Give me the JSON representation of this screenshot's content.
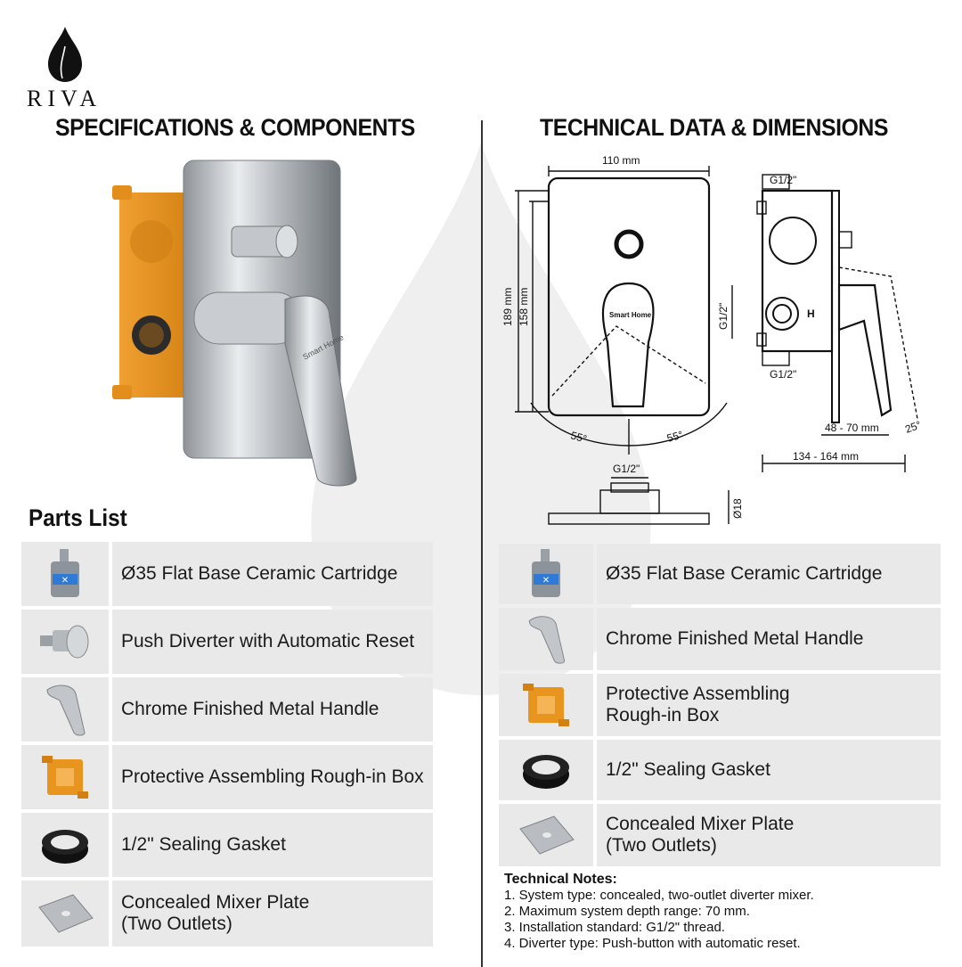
{
  "brand": {
    "name": "RIVA"
  },
  "left_title": "SPECIFICATIONS & COMPONENTS",
  "right_title": "TECHNICAL DATA & DIMENSIONS",
  "product_engraving": "Smart Home",
  "parts_title": "Parts List",
  "left_parts": [
    {
      "icon": "cartridge-icon",
      "label": "Ø35 Flat Base Ceramic Cartridge"
    },
    {
      "icon": "diverter-icon",
      "label": "Push Diverter with Automatic Reset"
    },
    {
      "icon": "handle-icon",
      "label": "Chrome Finished Metal Handle"
    },
    {
      "icon": "rough-in-box-icon",
      "label": "Protective Assembling Rough-in Box"
    },
    {
      "icon": "gasket-icon",
      "label": "1/2\" Sealing Gasket"
    },
    {
      "icon": "plate-icon",
      "label": "Concealed Mixer Plate",
      "label2": "(Two Outlets)"
    }
  ],
  "right_parts": [
    {
      "icon": "cartridge-icon",
      "label": "Ø35 Flat Base Ceramic Cartridge"
    },
    {
      "icon": "handle-icon",
      "label": "Chrome Finished Metal Handle"
    },
    {
      "icon": "rough-in-box-icon",
      "label": "Protective Assembling",
      "label2": "Rough-in Box"
    },
    {
      "icon": "gasket-icon",
      "label": "1/2\" Sealing Gasket"
    },
    {
      "icon": "plate-icon",
      "label": "Concealed Mixer Plate",
      "label2": "(Two Outlets)"
    }
  ],
  "dimensions": {
    "width": "110 mm",
    "height_outer": "189 mm",
    "height_inner": "158 mm",
    "thread_top": "G1/2\"",
    "thread_side": "G1/2\"",
    "thread_bottom": "G1/2\"",
    "thread_side_view": "G1/2\"",
    "angle_left": "55°",
    "angle_right": "55°",
    "depth_range": "48 - 70 mm",
    "total_depth": "134 - 164 mm",
    "handle_angle": "25°",
    "plate_thickness": "Ø18",
    "hot_label": "H",
    "engraving": "Smart Home"
  },
  "notes": {
    "title": "Technical Notes:",
    "items": [
      "1. System type: concealed, two-outlet diverter mixer.",
      "2. Maximum system depth range: 70 mm.",
      "3. Installation standard: G1/2\" thread.",
      "4. Diverter type: Push-button with automatic reset."
    ]
  },
  "colors": {
    "row_bg": "#e9e9e9",
    "box_orange": "#e8951f",
    "chrome": "#a8acb0"
  }
}
